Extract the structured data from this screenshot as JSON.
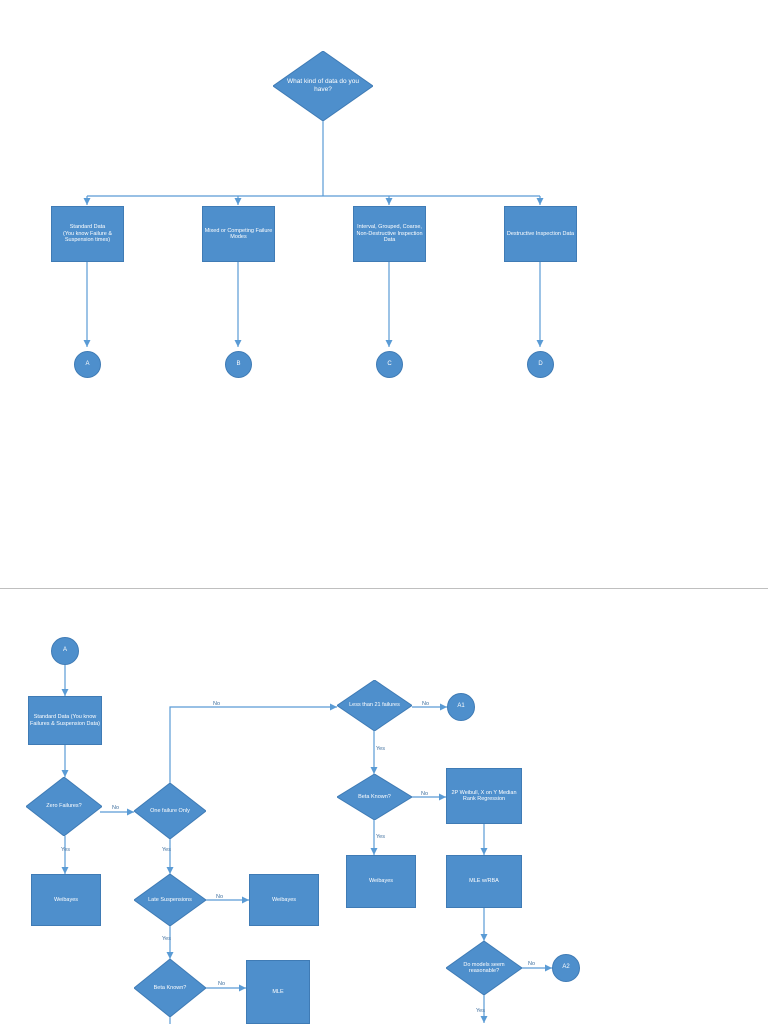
{
  "theme": {
    "node_fill": "#4e8fcc",
    "node_stroke": "#3f7bb5",
    "edge_color": "#5a9bd5",
    "label_color": "#3f6f9f",
    "page_bg": "#ffffff"
  },
  "page1": {
    "start": "What kind of data do you have?",
    "branches": [
      {
        "box": "Standard Data\n(You know Failure & Suspension times)",
        "terminal": "A"
      },
      {
        "box": "Mixed or Competing Failure Modes",
        "terminal": "B"
      },
      {
        "box": "Interval, Grouped, Coarse, Non-Destructive Inspection Data",
        "terminal": "C"
      },
      {
        "box": "Destructive Inspection Data",
        "terminal": "D"
      }
    ]
  },
  "page2": {
    "entry": "A",
    "nodes": {
      "standard_data": "Standard Data (You know Failures & Suspension Data)",
      "zero_failures": "Zero Failures?",
      "one_failure": "One failure Only",
      "weibayes_left": "Weibayes",
      "late_suspensions": "Late Suspensions",
      "weibayes_mid": "Weibayes",
      "beta_known_left": "Beta Known?",
      "mle_left": "MLE",
      "less_than_21": "Less than 21 failures",
      "a1": "A1",
      "beta_known_right": "Beta Known?",
      "weibayes_right": "Weibayes",
      "regression": "2P Weibull, X on Y Median Rank Regression",
      "mle_rba": "MLE w/RBA",
      "models_reasonable": "Do models seem reasonable?",
      "a2": "A2"
    },
    "edge_labels": {
      "no_to_less21": "No",
      "yes_less21": "Yes",
      "no_less21_a1": "No",
      "zero_failures_no": "No",
      "zero_failures_yes": "Yes",
      "one_failure_yes": "Yes",
      "late_susp_no": "No",
      "late_susp_yes": "Yes",
      "beta_left_no": "No",
      "beta_right_no": "No",
      "beta_right_yes": "Yes",
      "models_no": "No",
      "models_yes": "Yes"
    }
  }
}
